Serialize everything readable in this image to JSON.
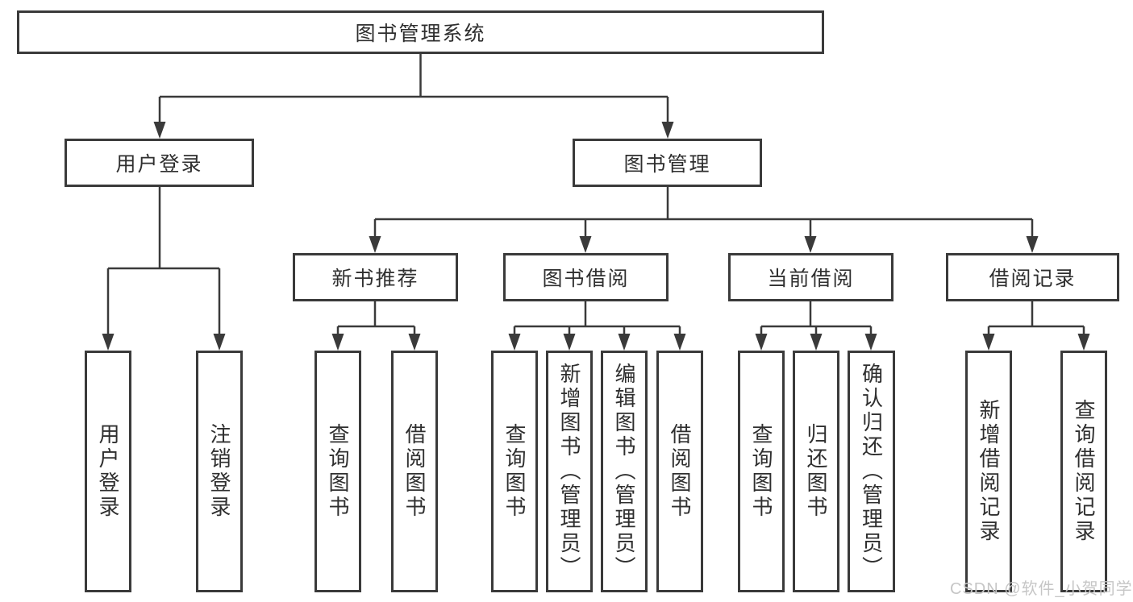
{
  "tree": {
    "root": {
      "label": "图书管理系统"
    },
    "branches": [
      {
        "label": "用户登录",
        "leaves": [
          {
            "label": "用户登录"
          },
          {
            "label": "注销登录"
          }
        ]
      },
      {
        "label": "图书管理",
        "groups": [
          {
            "label": "新书推荐",
            "leaves": [
              {
                "label": "查询图书"
              },
              {
                "label": "借阅图书"
              }
            ]
          },
          {
            "label": "图书借阅",
            "leaves": [
              {
                "label": "查询图书"
              },
              {
                "label": "新增图书（管理员）"
              },
              {
                "label": "编辑图书（管理员）"
              },
              {
                "label": "借阅图书"
              }
            ]
          },
          {
            "label": "当前借阅",
            "leaves": [
              {
                "label": "查询图书"
              },
              {
                "label": "归还图书"
              },
              {
                "label": "确认归还（管理员）"
              }
            ]
          },
          {
            "label": "借阅记录",
            "leaves": [
              {
                "label": "新增借阅记录"
              },
              {
                "label": "查询借阅记录"
              }
            ]
          }
        ]
      }
    ]
  },
  "watermark": {
    "label": "CSDN @软件_小贺同学"
  },
  "colors": {
    "line": "#3a3a3a",
    "box_border": "#3a3a3a",
    "text": "#2f2f2f",
    "watermark": "#c6c6c6",
    "background": "#ffffff"
  }
}
